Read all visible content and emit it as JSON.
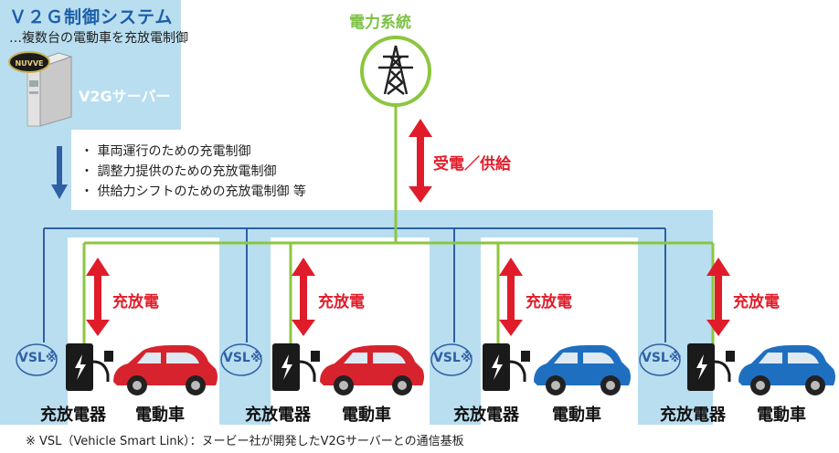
{
  "title": "Ｖ２Ｇ制御システム",
  "subtitle": "…複数台の電動車を充放電制御",
  "server": {
    "logo_text": "NUVVE",
    "label": "V2Gサーバー"
  },
  "grid": {
    "label": "電力系統",
    "flow_label": "受電／供給"
  },
  "control_items": [
    "・ 車両運行のための充電制御",
    "・ 調整力提供のための充放電制御",
    "・ 供給力シフトのための充放電制御 等"
  ],
  "stations": [
    {
      "vsl": "VSL※",
      "charge_label": "充放電",
      "charger": "充放電器",
      "vehicle": "電動車",
      "car_color": "#d7232e"
    },
    {
      "vsl": "VSL※",
      "charge_label": "充放電",
      "charger": "充放電器",
      "vehicle": "電動車",
      "car_color": "#d7232e"
    },
    {
      "vsl": "VSL※",
      "charge_label": "充放電",
      "charger": "充放電器",
      "vehicle": "電動車",
      "car_color": "#1f6fc1"
    },
    {
      "vsl": "VSL※",
      "charge_label": "充放電",
      "charger": "充放電器",
      "vehicle": "電動車",
      "car_color": "#1f6fc1"
    }
  ],
  "footnote": "※ VSL（Vehicle Smart Link）：ヌービー社が開発したV2Gサーバーとの通信基板",
  "colors": {
    "comm_band": "#b8def0",
    "comm_line": "#2f5fa5",
    "power_line": "#8cc63f",
    "arrow": "#e11c2a",
    "title": "#1b5ea8"
  }
}
